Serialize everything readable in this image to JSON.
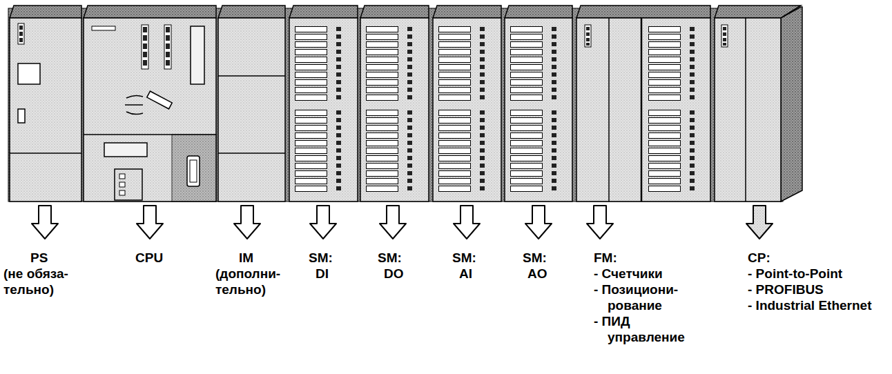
{
  "diagram": {
    "labels": [
      "PS",
      "(не обяза- тельно)",
      "CPU",
      "IM",
      "(дополни- тельно)",
      "SM:",
      "DI",
      "SM:",
      "DO",
      "SM:",
      "AI",
      "SM:",
      "AO",
      "FM:",
      "- Счетчики",
      "- Позициони- рование",
      "- ПИД управление",
      "CP:",
      "- Point-to-Point",
      "- PROFIBUS",
      "- Industrial Ethernet"
    ]
  }
}
